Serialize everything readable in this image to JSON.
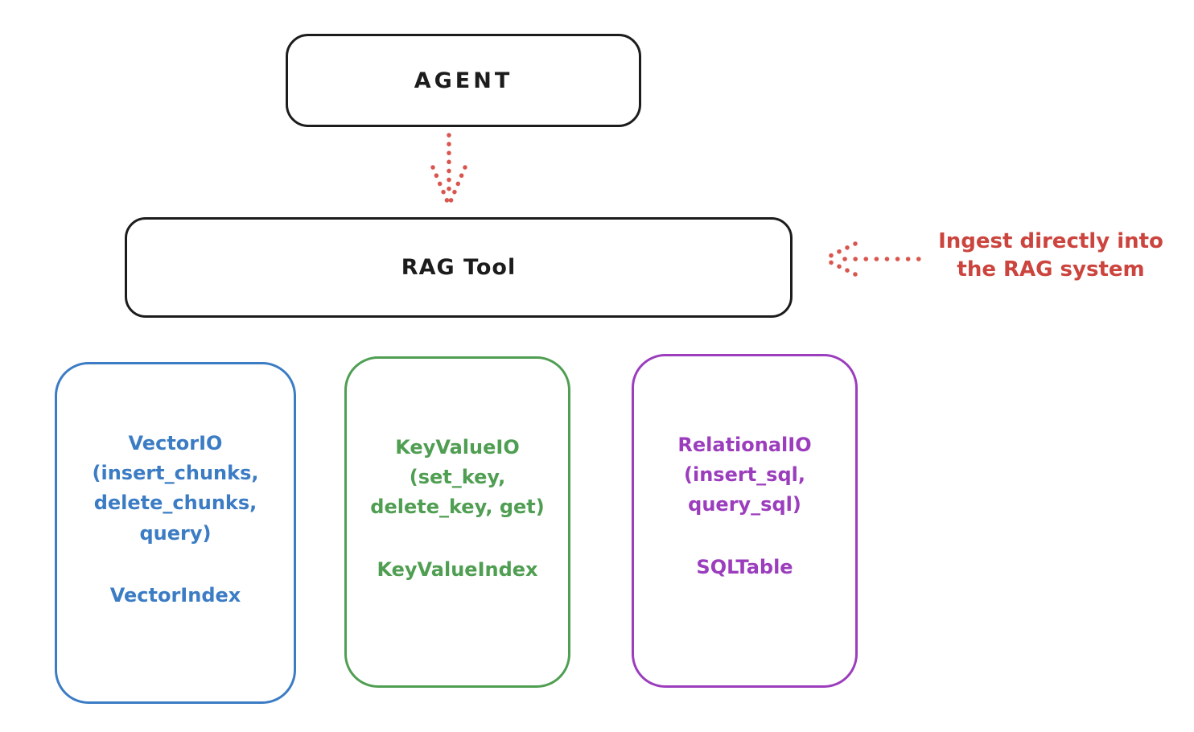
{
  "diagram": {
    "title_context": "RAG Tool architecture sketch",
    "agent": {
      "label": "AGENT"
    },
    "rag_tool": {
      "label": "RAG Tool"
    },
    "annotation": {
      "line1": "Ingest directly into",
      "line2": "the RAG system"
    },
    "arrows": [
      {
        "name": "agent-to-rag-arrow",
        "style": "dotted",
        "direction": "down",
        "color": "#d9564f"
      },
      {
        "name": "annotation-to-rag-arrow",
        "style": "dotted",
        "direction": "left",
        "color": "#d9564f"
      }
    ],
    "backends": [
      {
        "name": "vector-io",
        "color": "#3b7cc4",
        "lines": [
          "VectorIO",
          "(insert_chunks,",
          "delete_chunks,",
          "query)"
        ],
        "index": "VectorIndex"
      },
      {
        "name": "keyvalue-io",
        "color": "#4f9e52",
        "lines": [
          "KeyValueIO",
          "(set_key,",
          "delete_key, get)"
        ],
        "index": "KeyValueIndex"
      },
      {
        "name": "relational-io",
        "color": "#9b3dbd",
        "lines": [
          "RelationalIO",
          "(insert_sql,",
          "query_sql)"
        ],
        "index": "SQLTable"
      }
    ],
    "colors": {
      "stroke": "#1c1c1c",
      "red": "#cc443e",
      "blue": "#3b7cc4",
      "green": "#4f9e52",
      "purple": "#9b3dbd",
      "background": "#ffffff"
    }
  }
}
